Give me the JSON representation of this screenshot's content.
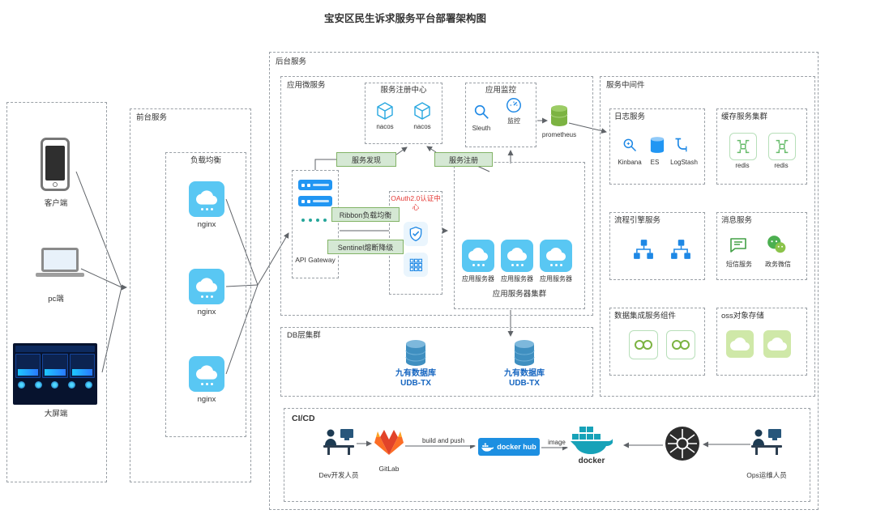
{
  "title": "宝安区民生诉求服务平台部署架构图",
  "clients": {
    "phone": "客户端",
    "pc": "pc端",
    "screen": "大屏端"
  },
  "frontend": {
    "label": "前台服务",
    "lb": "负载均衡",
    "nginx": [
      "nginx",
      "nginx",
      "nginx"
    ]
  },
  "backend": {
    "label": "后台服务",
    "micro": {
      "label": "应用微服务",
      "registry": {
        "label": "服务注册中心",
        "items": [
          "nacos",
          "nacos"
        ]
      },
      "monitor": {
        "label": "应用监控",
        "items": [
          "Sleuth",
          "监控"
        ]
      },
      "prometheus": "prometheus",
      "badges": {
        "discovery": "服务发现",
        "register": "服务注册",
        "ribbon": "Ribbon负载均衡",
        "sentinel": "Sentinel熔断降级"
      },
      "gateway": "API Gateway",
      "oauth": "OAuth2.0认证中心",
      "cluster": {
        "label": "应用服务器集群",
        "servers": [
          "应用服务器",
          "应用服务器",
          "应用服务器"
        ]
      }
    },
    "middleware": {
      "label": "服务中间件",
      "log": {
        "label": "日志服务",
        "items": [
          "Kinbana",
          "ES",
          "LogStash"
        ]
      },
      "cache": {
        "label": "缓存服务集群",
        "items": [
          "redis",
          "redis"
        ]
      },
      "process": {
        "label": "流程引擎服务"
      },
      "message": {
        "label": "消息服务",
        "items": [
          "短信服务",
          "政务微信"
        ]
      },
      "integration": {
        "label": "数据集成服务组件"
      },
      "oss": {
        "label": "oss对象存储"
      }
    },
    "db": {
      "label": "DB层集群",
      "items": [
        {
          "name": "九有数据库",
          "sub": "UDB-TX"
        },
        {
          "name": "九有数据库",
          "sub": "UDB-TX"
        }
      ]
    },
    "cicd": {
      "label": "CI/CD",
      "dev": "Dev开发人员",
      "gitlab": "GitLab",
      "build": "build and push",
      "dockerhub": "docker hub",
      "image": "image",
      "docker": "docker",
      "ops": "Ops运维人员"
    }
  }
}
